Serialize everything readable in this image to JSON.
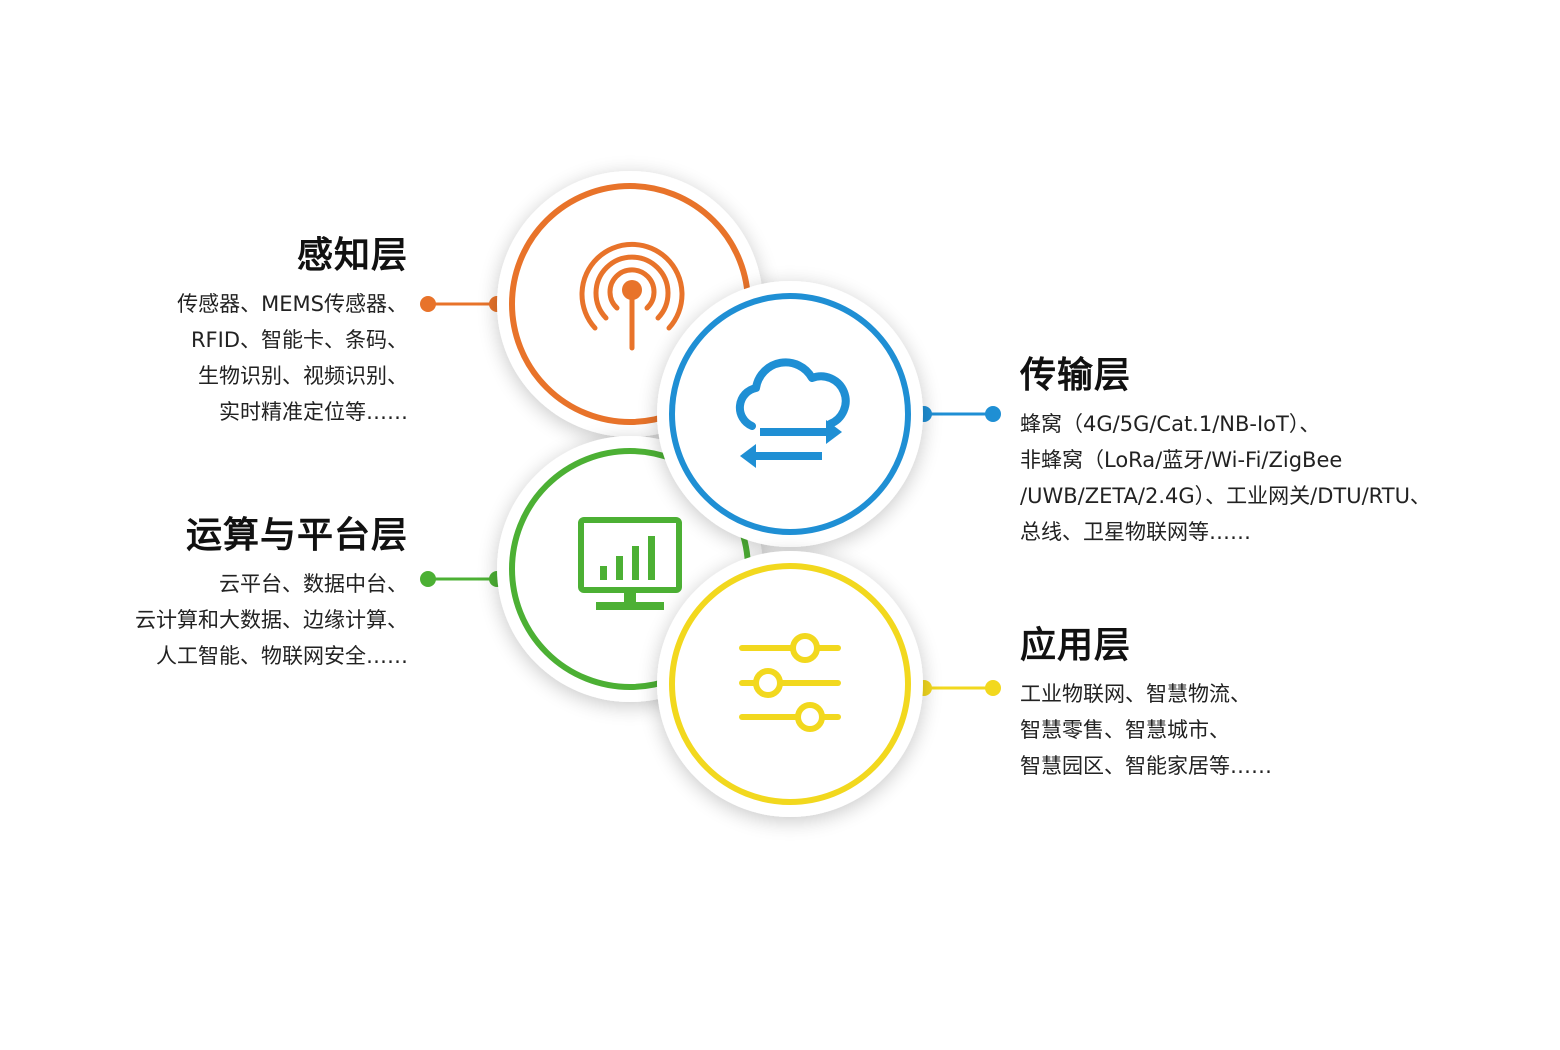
{
  "layers": {
    "perception": {
      "title": "感知层",
      "lines": [
        "传感器、MEMS传感器、",
        "RFID、智能卡、条码、",
        "生物识别、视频识别、",
        "实时精准定位等……"
      ],
      "color": "#e8732a",
      "icon": "signal-antenna-icon"
    },
    "transport": {
      "title": "传输层",
      "lines": [
        "蜂窝（4G/5G/Cat.1/NB-IoT）、",
        "非蜂窝（LoRa/蓝牙/Wi-Fi/ZigBee",
        "/UWB/ZETA/2.4G）、工业网关/DTU/RTU、",
        "总线、卫星物联网等……"
      ],
      "color": "#1f8fd4",
      "icon": "cloud-transfer-icon"
    },
    "compute": {
      "title": "运算与平台层",
      "lines": [
        "云平台、数据中台、",
        "云计算和大数据、边缘计算、",
        "人工智能、物联网安全……"
      ],
      "color": "#4cb034",
      "icon": "monitor-chart-icon"
    },
    "application": {
      "title": "应用层",
      "lines": [
        "工业物联网、智慧物流、",
        "智慧零售、智慧城市、",
        "智慧园区、智能家居等……"
      ],
      "color": "#f2d81e",
      "icon": "sliders-icon"
    }
  }
}
